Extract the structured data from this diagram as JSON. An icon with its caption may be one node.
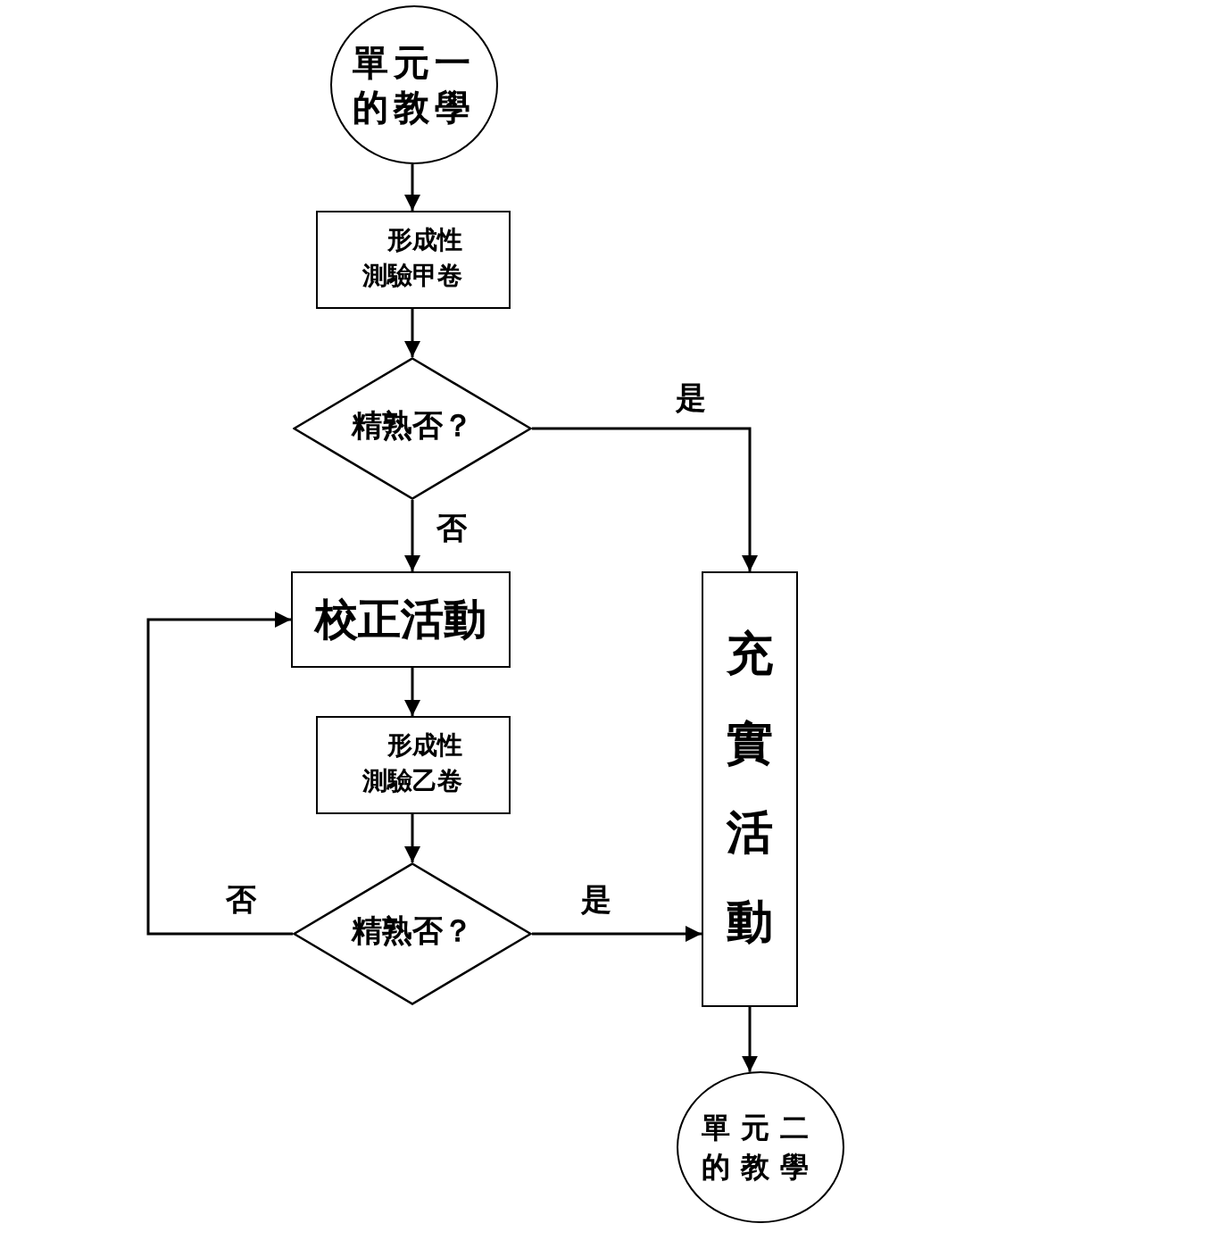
{
  "diagram": {
    "nodes": [
      {
        "text": [
          "單元一的教學"
        ]
      },
      {
        "text": [
          "形成性測驗甲卷"
        ]
      },
      {
        "text": [
          "精熟否？"
        ]
      },
      {
        "text": [
          "校正活動"
        ]
      },
      {
        "text": [
          "充實活動"
        ]
      },
      {
        "text": [
          "形成性測驗乙卷"
        ]
      },
      {
        "text": [
          "精熟否？"
        ]
      },
      {
        "text": [
          "單元二的教學"
        ]
      }
    ],
    "edges": [
      {
        "from": 0,
        "to": 1,
        "arrow": "to"
      },
      {
        "from": 1,
        "to": 2,
        "arrow": "to"
      },
      {
        "from": 2,
        "to": 4,
        "arrow": "to",
        "label": "是"
      },
      {
        "from": 2,
        "to": 3,
        "arrow": "to",
        "label": "否"
      },
      {
        "from": 3,
        "to": 5,
        "arrow": "to"
      },
      {
        "from": 5,
        "to": 6,
        "arrow": "to"
      },
      {
        "from": 6,
        "to": 3,
        "arrow": "to",
        "label": "否"
      },
      {
        "from": 6,
        "to": 4,
        "arrow": "to",
        "label": "是"
      },
      {
        "from": 4,
        "to": 7,
        "arrow": "to"
      }
    ]
  }
}
